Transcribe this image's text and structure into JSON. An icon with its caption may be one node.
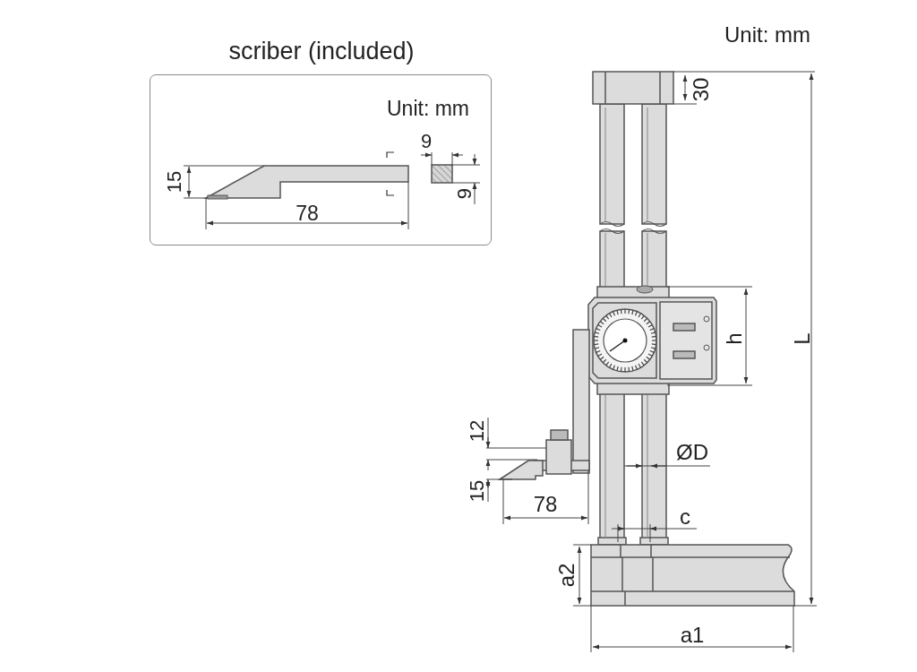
{
  "diagram": {
    "nodes": [
      {
        "text": [
          "scriber (included)",
          "Unit: mm"
        ]
      }
    ],
    "labels": [
      "Unit: mm",
      "30",
      "9",
      "15",
      "9",
      "78",
      "h",
      "L",
      "12",
      "ØD",
      "15",
      "78",
      "c",
      "a2",
      "a1"
    ]
  }
}
